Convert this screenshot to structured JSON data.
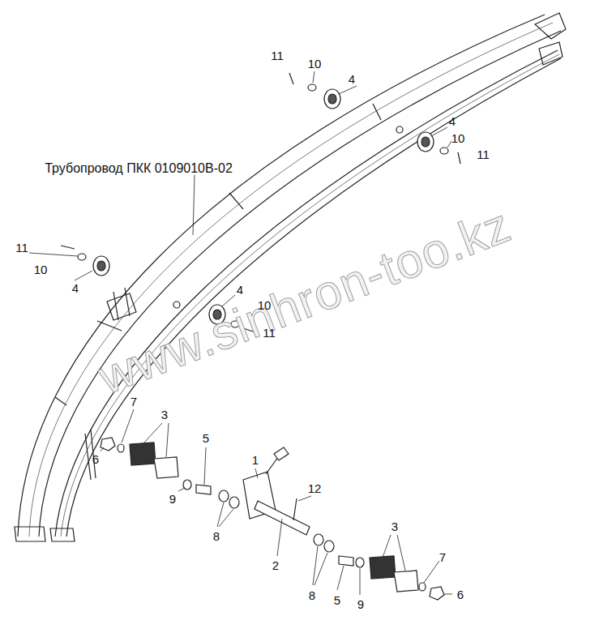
{
  "diagram": {
    "labels": [
      "11",
      "10",
      "4",
      "4",
      "10",
      "11",
      "Трубопровод ПКК 0109010В-02",
      "11",
      "10",
      "4",
      "4",
      "10",
      "11",
      "www.sinhron-too.kz",
      "7",
      "3",
      "6",
      "5",
      "1",
      "9",
      "8",
      "12",
      "2",
      "3",
      "8",
      "5",
      "9",
      "7",
      "6"
    ]
  }
}
